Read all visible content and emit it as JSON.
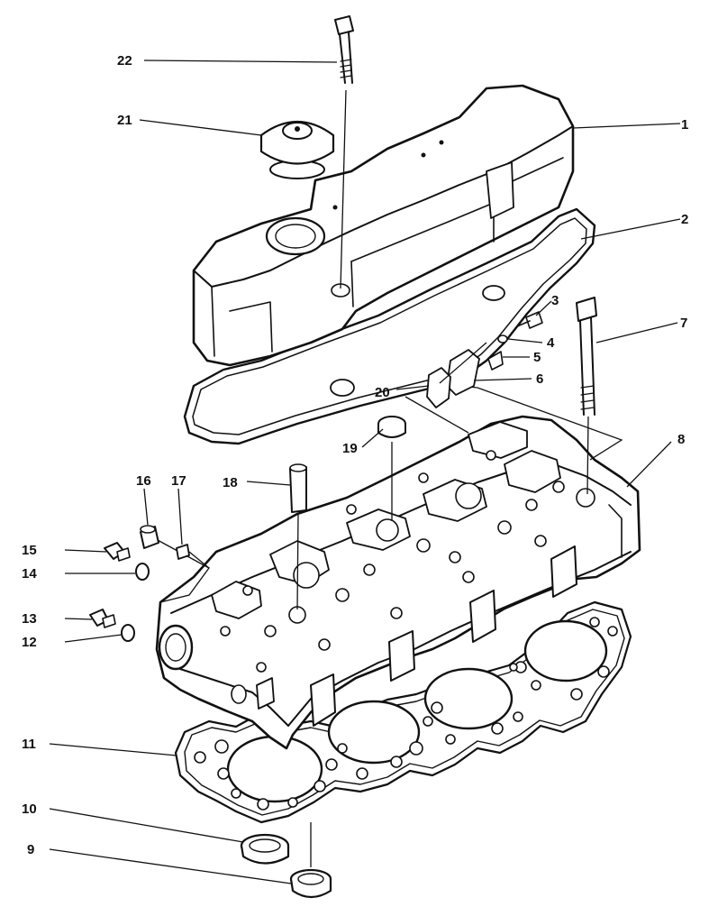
{
  "callouts": [
    {
      "key": "c1",
      "text": "1"
    },
    {
      "key": "c2",
      "text": "2"
    },
    {
      "key": "c3",
      "text": "3"
    },
    {
      "key": "c4",
      "text": "4"
    },
    {
      "key": "c5",
      "text": "5"
    },
    {
      "key": "c6",
      "text": "6"
    },
    {
      "key": "c7",
      "text": "7"
    },
    {
      "key": "c8",
      "text": "8"
    },
    {
      "key": "c9",
      "text": "9"
    },
    {
      "key": "c10",
      "text": "10"
    },
    {
      "key": "c11",
      "text": "11"
    },
    {
      "key": "c12",
      "text": "12"
    },
    {
      "key": "c13",
      "text": "13"
    },
    {
      "key": "c14",
      "text": "14"
    },
    {
      "key": "c15",
      "text": "15"
    },
    {
      "key": "c16",
      "text": "16"
    },
    {
      "key": "c17",
      "text": "17"
    },
    {
      "key": "c18",
      "text": "18"
    },
    {
      "key": "c19",
      "text": "19"
    },
    {
      "key": "c20",
      "text": "20"
    },
    {
      "key": "c21",
      "text": "21"
    },
    {
      "key": "c22",
      "text": "22"
    }
  ],
  "colors": {
    "ink": "#111111",
    "paper": "#ffffff"
  }
}
